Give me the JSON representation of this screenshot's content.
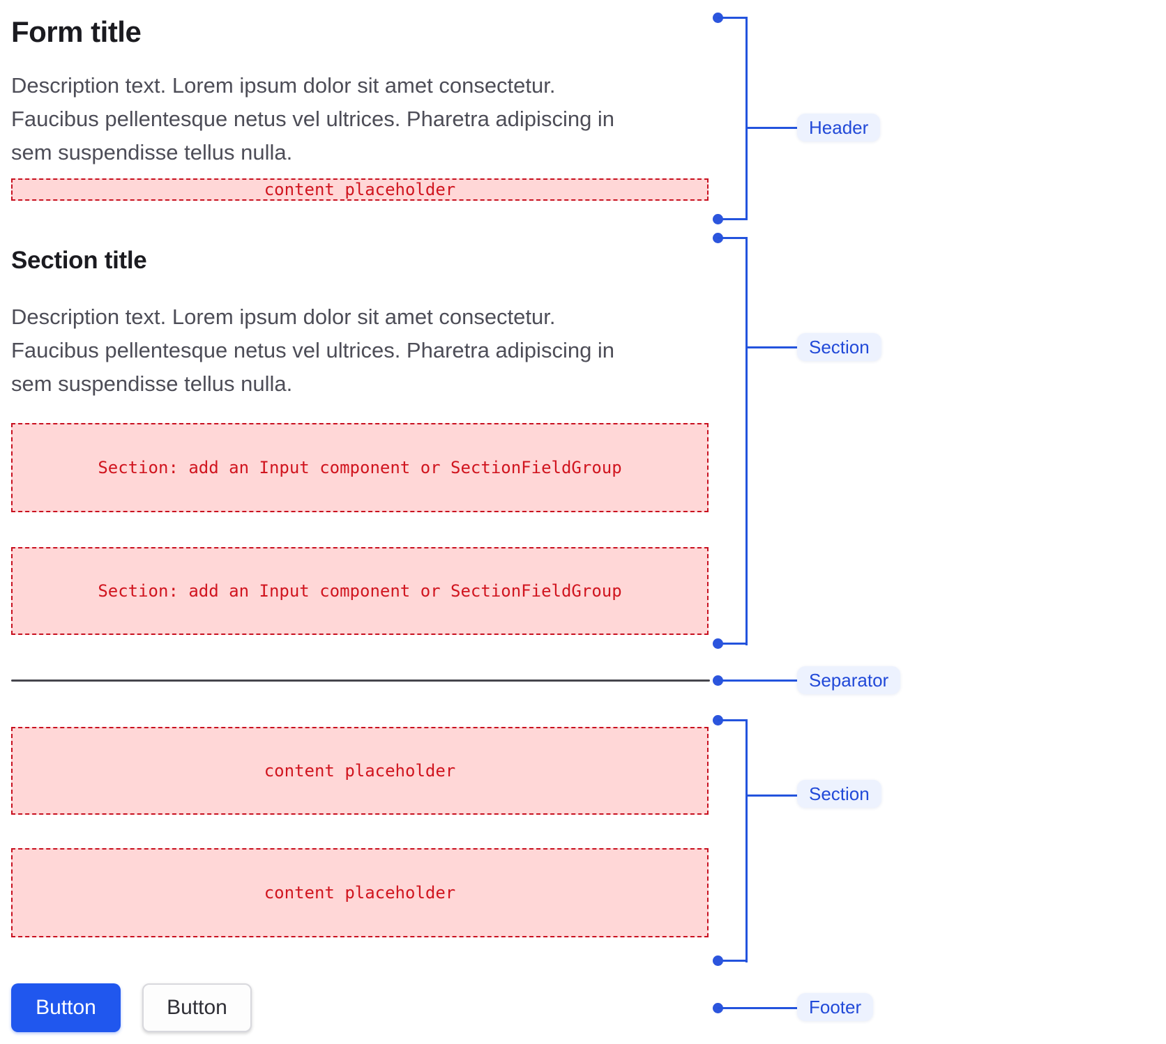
{
  "form": {
    "header": {
      "title": "Form title",
      "description_lines": [
        "Description text. Lorem ipsum dolor sit amet consectetur.",
        "Faucibus pellentesque netus vel ultrices. Pharetra adipiscing in",
        "sem suspendisse tellus nulla."
      ],
      "content_placeholder": "content placeholder"
    },
    "section": {
      "title": "Section title",
      "description_lines": [
        "Description text. Lorem ipsum dolor sit amet consectetur.",
        "Faucibus pellentesque netus vel ultrices. Pharetra adipiscing in",
        "sem suspendisse tellus nulla."
      ],
      "field_group_placeholder_1": "Section: add an Input component or SectionFieldGroup",
      "field_group_placeholder_2": "Section: add an Input component or SectionFieldGroup"
    },
    "section2": {
      "content_placeholder_1": "content placeholder",
      "content_placeholder_2": "content placeholder"
    },
    "footer": {
      "primary_button_label": "Button",
      "secondary_button_label": "Button"
    }
  },
  "annotations": {
    "header_label": "Header",
    "section_label_1": "Section",
    "separator_label": "Separator",
    "section_label_2": "Section",
    "footer_label": "Footer"
  },
  "colors": {
    "annotation_blue": "#2353dd",
    "annotation_label_bg": "#edf2fe",
    "annotation_label_text": "#2149d8",
    "placeholder_bg": "#ffd7d7",
    "placeholder_border": "#c8101f",
    "placeholder_text": "#d0151f",
    "separator": "#45454d",
    "primary_button_bg": "#2057ee",
    "title_text": "#1b1b20",
    "description_text": "#4d4d57"
  }
}
